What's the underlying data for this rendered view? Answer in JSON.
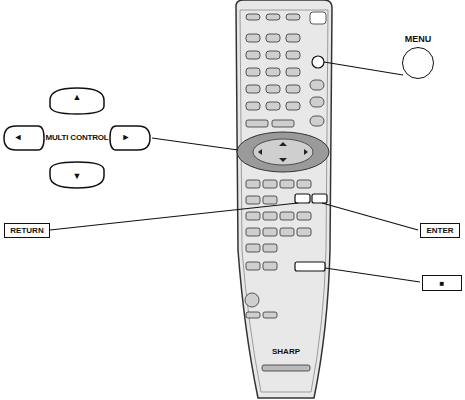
{
  "diagram": {
    "nodes": [
      {
        "text": [
          "MENU"
        ]
      },
      {
        "text": [
          "MULTI CONTROL"
        ]
      },
      {
        "text": [
          "RETURN"
        ]
      },
      {
        "text": [
          "ENTER"
        ]
      },
      {
        "text": [
          "■"
        ]
      }
    ],
    "labels": [
      "▲",
      "◄",
      "►",
      "▼",
      "SHARP"
    ]
  }
}
